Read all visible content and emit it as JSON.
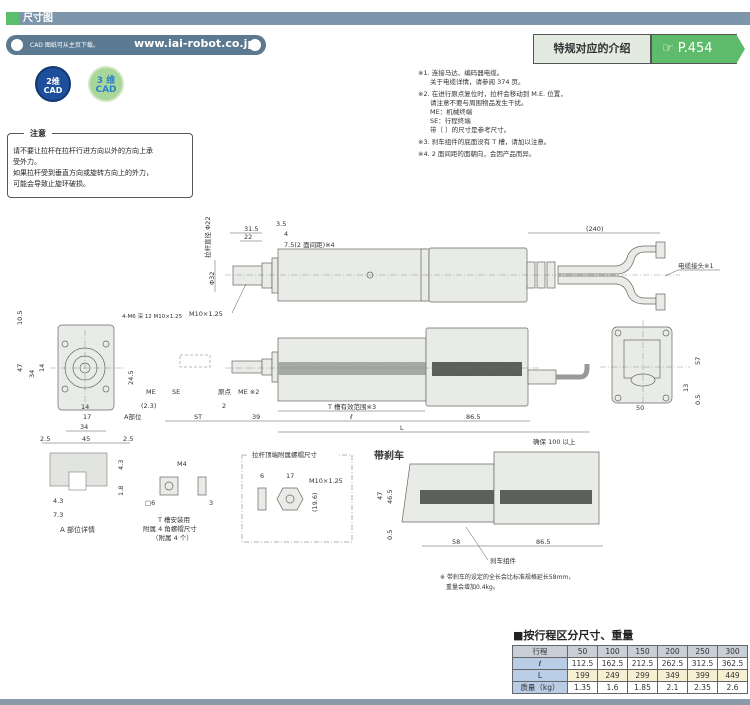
{
  "header": {
    "title": "尺寸图"
  },
  "cad_banner": {
    "text": "CAD 图纸可从主页下载。",
    "url": "www.iai-robot.co.jp"
  },
  "cad_icons": {
    "cad2d": [
      "2维",
      "CAD"
    ],
    "cad3d": [
      "3 维",
      "CAD"
    ]
  },
  "caution": {
    "title": "注意",
    "lines": [
      "请不要让拉杆在拉杆行进方向以外的方向上承",
      "受外力。",
      "如果拉杆受到垂直方向或旋转方向上的外力，",
      "可能会导致止旋环破损。"
    ]
  },
  "special": {
    "label": "特规对应的介绍",
    "page": "P.454",
    "icon": "pointing-hand-icon"
  },
  "footnotes": [
    [
      "※1. 连接马达、编码器电缆。",
      "关于电缆详情，请参阅 374 页。"
    ],
    [
      "※2. 在进行原点复位时，拉杆会移动到 M.E. 位置，",
      "请注意不要与周围物品发生干扰。",
      "ME：机械终端",
      "SE：行程终端",
      "带（  ）的尺寸是参考尺寸。"
    ],
    [
      "※3. 刹车组件的底面没有 T 槽，请加以注意。"
    ],
    [
      "※4. 2 面间距的面朝向，会因产品而异。"
    ]
  ],
  "drawing": {
    "rod_dia": "拉杆直径 Φ22",
    "d31_5": "31.5",
    "d22": "22",
    "d3_5": "3.5",
    "d4": "4",
    "flats": "7.5(2 面间距)※4",
    "phi32": "Φ32",
    "m10": "M10×1.25",
    "d240": "(240)",
    "connector": "电缆接头※1",
    "front_tap": "4-M6 深 12 M10×1.25",
    "d10_5": "10.5",
    "d47": "47",
    "d34v": "34",
    "d14v": "14",
    "d24_5": "24.5",
    "d14": "14",
    "d17": "17",
    "d34": "34",
    "d45": "45",
    "d2_5a": "2.5",
    "d2_5b": "2.5",
    "a_part": "A部位",
    "me": "ME",
    "se": "SE",
    "d2_3": "(2.3)",
    "st": "ST",
    "origin": "原点",
    "me2": "ME ※2",
    "d2": "2",
    "d39": "39",
    "tslot": "T 槽有效范围※3",
    "l_small": "ℓ",
    "d86_5": "86.5",
    "l_big": "L",
    "min100": "确保 100 以上",
    "d57": "57",
    "d13": "13",
    "d0_5": "0.5",
    "d50": "50",
    "a_detail": "A 部位详情",
    "d4_3a": "4.3",
    "d1_8": "1.8",
    "d4_3b": "4.3",
    "d7_3": "7.3",
    "m4": "M4",
    "sq6": "□6",
    "d3": "3",
    "nut_title": [
      "T 槽安装用",
      "附属 4 角螺帽尺寸",
      "（附属 4 个）"
    ],
    "rodnut_title": "拉杆顶端附属螺帽尺寸",
    "n6": "6",
    "n17": "17",
    "nm10": "M10×1.25",
    "n19_6": "(19.6)",
    "brake_title": "带刹车",
    "b47": "47",
    "b46_5": "46.5",
    "b0_5": "0.5",
    "b58": "58",
    "b86_5": "86.5",
    "brake_unit": "刹车组件",
    "brake_note": [
      "※ 带刹车的设定的全长会比标准规格延长58mm，",
      "重量会增加0.4kg。"
    ]
  },
  "stroke_table": {
    "title": "■按行程区分尺寸、重量",
    "rows": [
      [
        "行程",
        "50",
        "100",
        "150",
        "200",
        "250",
        "300"
      ],
      [
        "ℓ",
        "112.5",
        "162.5",
        "212.5",
        "262.5",
        "312.5",
        "362.5"
      ],
      [
        "L",
        "199",
        "249",
        "299",
        "349",
        "399",
        "449"
      ],
      [
        "质量（kg）",
        "1.35",
        "1.6",
        "1.85",
        "2.1",
        "2.35",
        "2.6"
      ]
    ]
  }
}
